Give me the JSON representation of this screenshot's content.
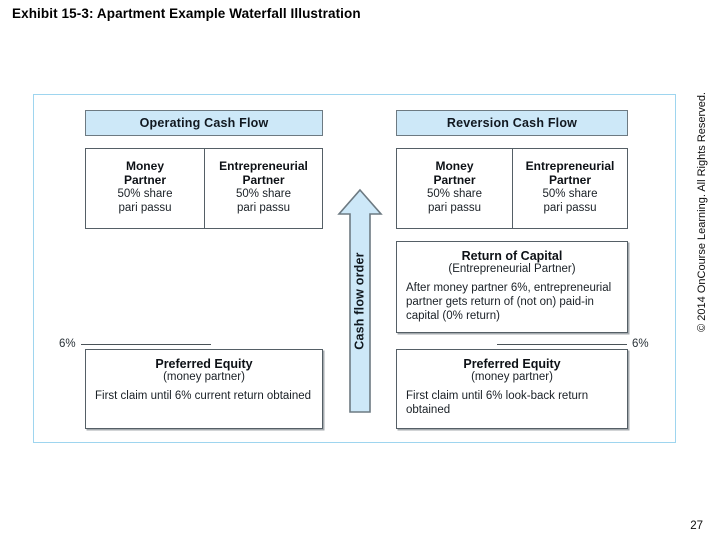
{
  "slide": {
    "title": "Exhibit 15-3: Apartment Example Waterfall Illustration",
    "page_number": "27",
    "copyright": "© 2014 OnCourse Learning. All Rights Reserved.",
    "frame_color": "#9ed5ef",
    "header_fill": "#cde8f8",
    "arrow_fill": "#cde8f8"
  },
  "diagram": {
    "arrow_label": "Cash flow order",
    "columns": [
      {
        "id": "operating",
        "header": "Operating Cash Flow",
        "partner_box": {
          "cells": [
            {
              "title": "Money\nPartner",
              "line1": "50% share",
              "line2": "pari passu"
            },
            {
              "title": "Entrepreneurial\nPartner",
              "line1": "50% share",
              "line2": "pari passu"
            }
          ]
        },
        "hurdle": {
          "label": "6%"
        },
        "bottom_box": {
          "title": "Preferred Equity",
          "subtitle": "(money partner)",
          "body": "First claim until 6% current return obtained"
        }
      },
      {
        "id": "reversion",
        "header": "Reversion Cash Flow",
        "partner_box": {
          "cells": [
            {
              "title": "Money\nPartner",
              "line1": "50% share",
              "line2": "pari passu"
            },
            {
              "title": "Entrepreneurial\nPartner",
              "line1": "50% share",
              "line2": "pari passu"
            }
          ]
        },
        "middle_box": {
          "title": "Return of Capital",
          "subtitle": "(Entrepreneurial Partner)",
          "body": "After money partner 6%, entrepreneurial partner gets return of (not on) paid-in capital (0% return)"
        },
        "hurdle": {
          "label": "6%"
        },
        "bottom_box": {
          "title": "Preferred Equity",
          "subtitle": "(money partner)",
          "body": "First claim until 6% look-back return obtained"
        }
      }
    ]
  }
}
